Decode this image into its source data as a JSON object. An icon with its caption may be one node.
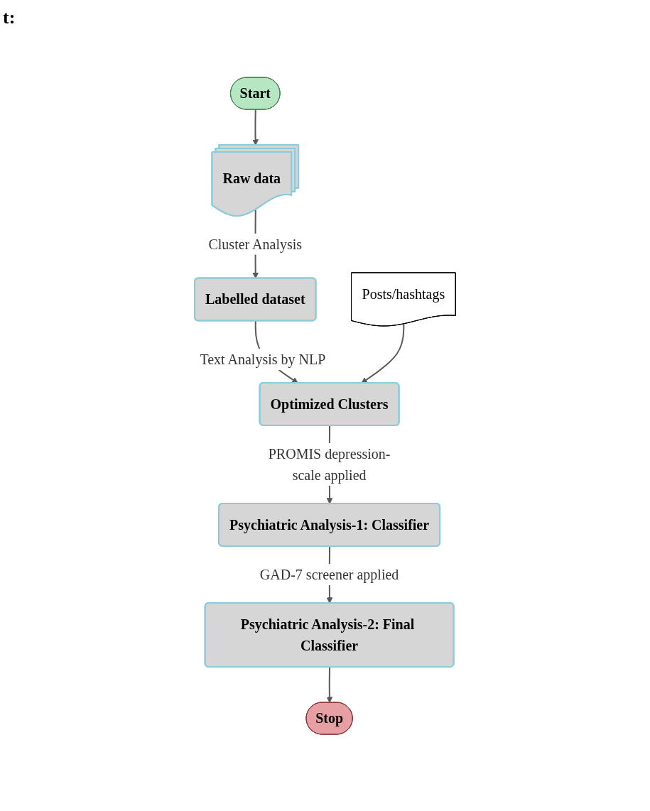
{
  "diagram": {
    "nodes": [
      {
        "text": [
          "Start"
        ]
      },
      {
        "text": [
          "Posts/hashtags"
        ]
      },
      {
        "text": [
          "Raw data"
        ]
      },
      {
        "text": [
          "Labelled dataset"
        ]
      },
      {
        "text": [
          "Optimized Clusters"
        ]
      },
      {
        "text": [
          "Psychiatric Analysis-1: Classifier"
        ]
      },
      {
        "text": [
          "Psychiatric Analysis-2: Final Classifier"
        ]
      },
      {
        "text": [
          "Stop"
        ]
      }
    ],
    "edges": [
      {
        "from": 0,
        "to": 2,
        "arrow": "to"
      },
      {
        "from": 2,
        "to": 3,
        "arrow": "to",
        "label": "Cluster Analysis"
      },
      {
        "from": 3,
        "to": 4,
        "arrow": "to",
        "label": "Text Analysis by NLP"
      },
      {
        "from": 1,
        "to": 4,
        "arrow": "to"
      },
      {
        "from": 4,
        "to": 5,
        "arrow": "to",
        "label": "PROMIS depression-scale applied"
      },
      {
        "from": 5,
        "to": 6,
        "arrow": "to",
        "label": "GAD-7 screener applied"
      },
      {
        "from": 6,
        "to": 7,
        "arrow": "to"
      }
    ],
    "labels": [
      "t:"
    ]
  }
}
